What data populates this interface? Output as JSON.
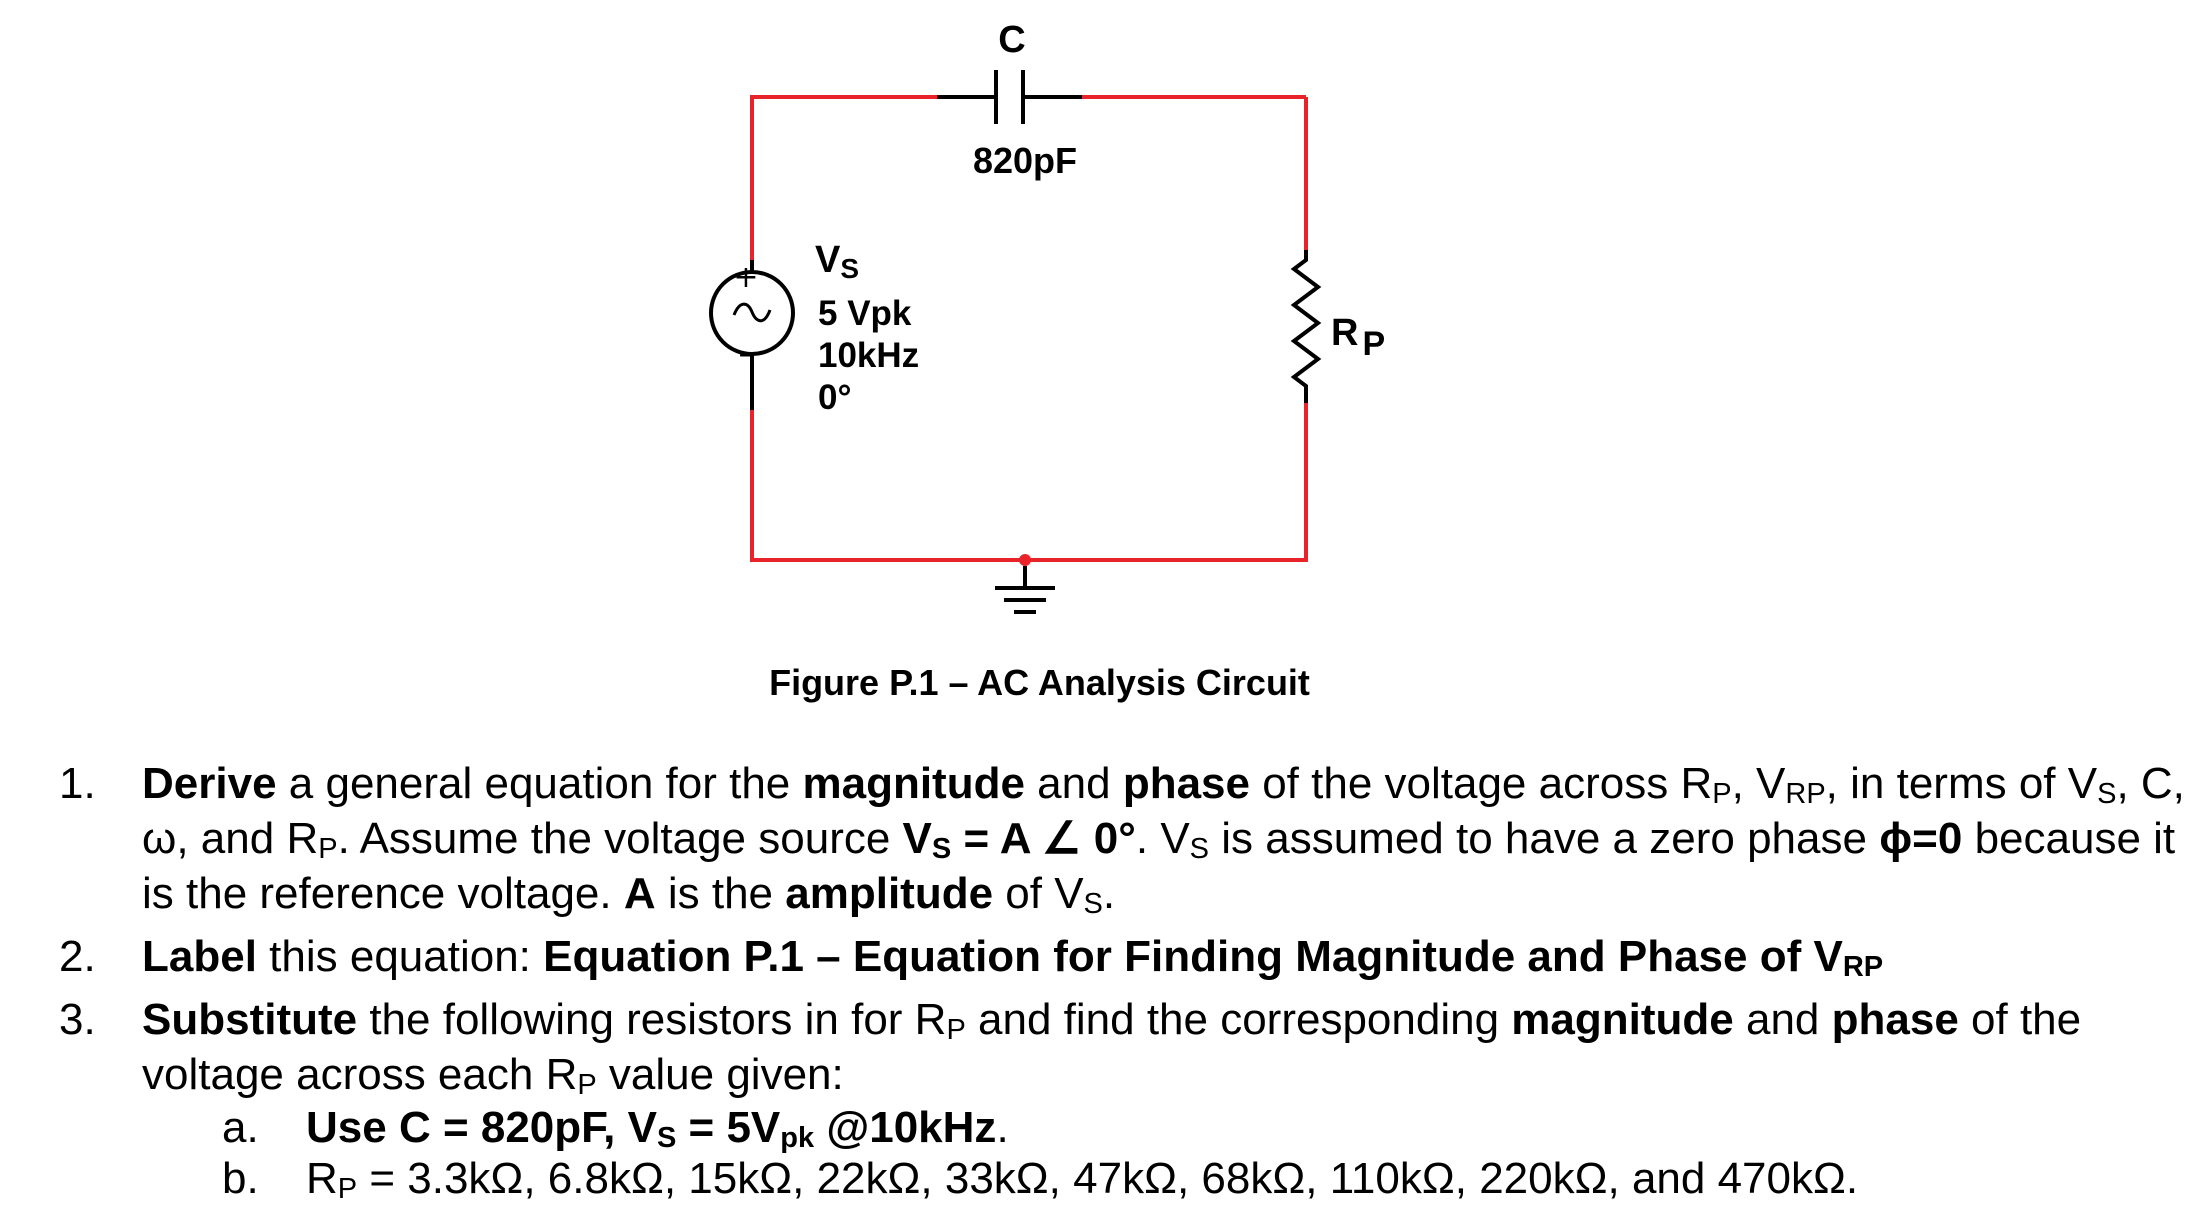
{
  "circuit": {
    "capacitor": {
      "name": "C",
      "value": "820pF"
    },
    "source": {
      "name_main": "V",
      "name_sub": "S",
      "amplitude": "5 Vpk",
      "frequency": "10kHz",
      "phase": "0°",
      "plus": "+",
      "minus": "–",
      "ac": "~"
    },
    "resistor": {
      "name_main": "R",
      "name_sub": "P"
    }
  },
  "figure_caption": "Figure P.1 – AC Analysis Circuit",
  "list": {
    "item1": {
      "num": "1.",
      "t1": "Derive",
      "t2": " a general equation for the ",
      "t3": "magnitude",
      "t4": " and ",
      "t5": "phase",
      "t6": " of the voltage across R",
      "s1": "P",
      "t7": ", V",
      "s2": "RP",
      "t8": ", in terms of V",
      "s3": "S",
      "t9": ", C, ω, and R",
      "s4": "P",
      "t10": ".  Assume the voltage source ",
      "t11": "V",
      "s5": "S",
      "t12": " = A ∠ 0°",
      "t13": ".  V",
      "s6": "S",
      "t14": " is assumed to have a zero phase ",
      "t15": "ϕ=0",
      "t16": " because it is the reference voltage.  ",
      "t17": "A",
      "t18": " is the ",
      "t19": "amplitude",
      "t20": " of V",
      "s7": "S",
      "t21": "."
    },
    "item2": {
      "num": "2.",
      "t1": "Label",
      "t2": " this equation: ",
      "t3": "Equation P.1 – Equation for Finding Magnitude and Phase of V",
      "s1": "RP"
    },
    "item3": {
      "num": "3.",
      "t1": "Substitute",
      "t2": " the following resistors in for R",
      "s1": "P",
      "t3": " and find the corresponding ",
      "t4": "magnitude",
      "t5": " and ",
      "t6": "phase",
      "t7": " of the voltage across each R",
      "s2": "P",
      "t8": " value given:"
    },
    "item3a": {
      "num": "a.",
      "t1": "Use C = 820pF, V",
      "s1": "S",
      "t2": " = 5V",
      "s2": "pk",
      "t3": " @10kHz",
      "t4": "."
    },
    "item3b": {
      "num": "b.",
      "t1": "R",
      "s1": "P",
      "t2": " = 3.3kΩ, 6.8kΩ, 15kΩ, 22kΩ, 33kΩ, 47kΩ, 68kΩ, 110kΩ, 220kΩ, and 470kΩ."
    }
  },
  "colors": {
    "wire": "#e8232a",
    "component": "#000000",
    "node": "#e8232a"
  }
}
